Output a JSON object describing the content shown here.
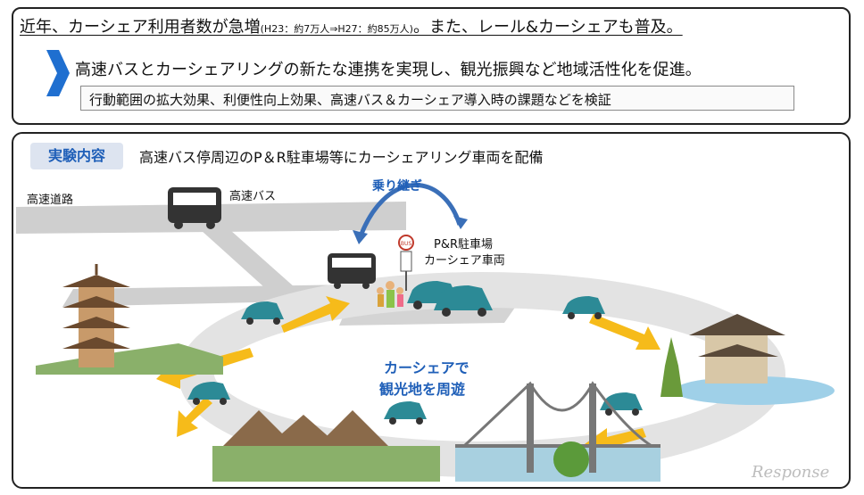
{
  "header": {
    "line1_main": "近年、カーシェア利用者数が急増",
    "line1_note": "(H23：約7万人⇒H27：約85万人)",
    "line1_tail": "。また、レール&カーシェアも普及。",
    "line2": "高速バスとカーシェアリングの新たな連携を実現し、観光振興など地域活性化を促進。",
    "line3": "行動範囲の拡大効果、利便性向上効果、高速バス＆カーシェア導入時の課題などを検証"
  },
  "experiment": {
    "badge": "実験内容",
    "description": "高速バス停周辺のP＆R駐車場等にカーシェアリング車両を配備"
  },
  "diagram": {
    "highway_label": "高速道路",
    "bus_label": "高速バス",
    "transfer_label": "乗り継ぎ",
    "pr_label1": "P&R駐車場",
    "pr_label2": "カーシェア車両",
    "bus_sign": "BUS",
    "center_line1": "カーシェアで",
    "center_line2": "観光地を周遊"
  },
  "colors": {
    "accent_blue": "#1f5fb8",
    "car_teal": "#2c8a96",
    "arrow_yellow": "#f6bb1a",
    "road_gray": "#c9c9c9"
  },
  "watermark": "Response"
}
